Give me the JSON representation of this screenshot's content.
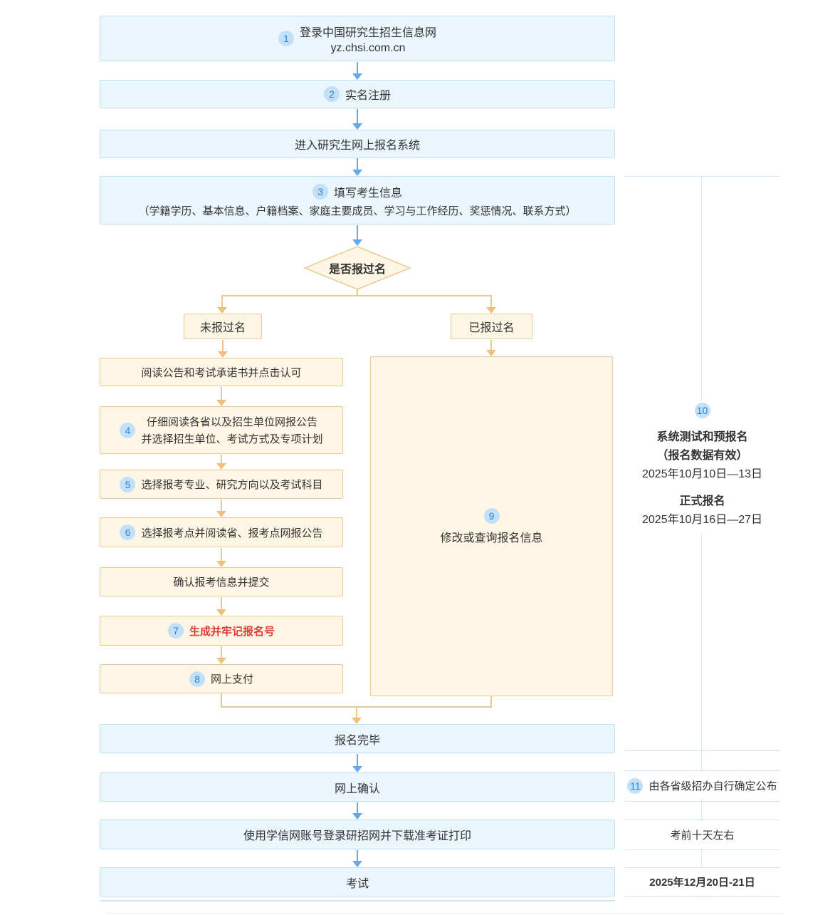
{
  "colors": {
    "blue_box_fill": "#eaf5fc",
    "blue_box_border": "#bfe1f3",
    "orange_box_fill": "#fdf6e4",
    "orange_box_border": "#e9cb90",
    "blue_arrow": "#64aae8",
    "orange_arrow": "#f2bf7a",
    "badge_fill": "#c2e0f7",
    "badge_text": "#2e81d2",
    "highlight_red": "#e23c3c",
    "sidebar_line": "#cfe7f3"
  },
  "flow": {
    "step1": {
      "num": "1",
      "title": "登录中国研究生招生信息网",
      "url": "yz.chsi.com.cn"
    },
    "step2": {
      "num": "2",
      "label": "实名注册"
    },
    "step3": {
      "label": "进入研究生网上报名系统"
    },
    "step4": {
      "num": "3",
      "label": "填写考生信息",
      "detail": "（学籍学历、基本信息、户籍档案、家庭主要成员、学习与工作经历、奖惩情况、联系方式）"
    },
    "decision": {
      "label": "是否报过名"
    },
    "branch_no": {
      "label": "未报过名"
    },
    "branch_yes": {
      "label": "已报过名"
    }
  },
  "left_steps": {
    "s1": {
      "label": "阅读公告和考试承诺书并点击认可"
    },
    "s2": {
      "num": "4",
      "line1": "仔细阅读各省以及招生单位网报公告",
      "line2": "并选择招生单位、考试方式及专项计划"
    },
    "s3": {
      "num": "5",
      "label": "选择报考专业、研究方向以及考试科目"
    },
    "s4": {
      "num": "6",
      "label": "选择报考点并阅读省、报考点网报公告"
    },
    "s5": {
      "label": "确认报考信息并提交"
    },
    "s6": {
      "num": "7",
      "label": "生成并牢记报名号"
    },
    "s7": {
      "num": "8",
      "label": "网上支付"
    }
  },
  "right_step": {
    "num": "9",
    "label": "修改或查询报名信息"
  },
  "bottom": {
    "done": {
      "label": "报名完毕"
    },
    "confirm": {
      "label": "网上确认"
    },
    "download": {
      "label": "使用学信网账号登录研招网并下载准考证打印"
    },
    "exam": {
      "label": "考试"
    }
  },
  "sidebar": {
    "num10": "10",
    "pre_title": "系统测试和预报名",
    "pre_note": "（报名数据有效）",
    "pre_date": "2025年10月10日—13日",
    "official_title": "正式报名",
    "official_date": "2025年10月16日—27日",
    "num11": "11",
    "confirm_note": "由各省级招办自行确定公布",
    "download_note": "考前十天左右",
    "exam_date": "2025年12月20日-21日"
  }
}
